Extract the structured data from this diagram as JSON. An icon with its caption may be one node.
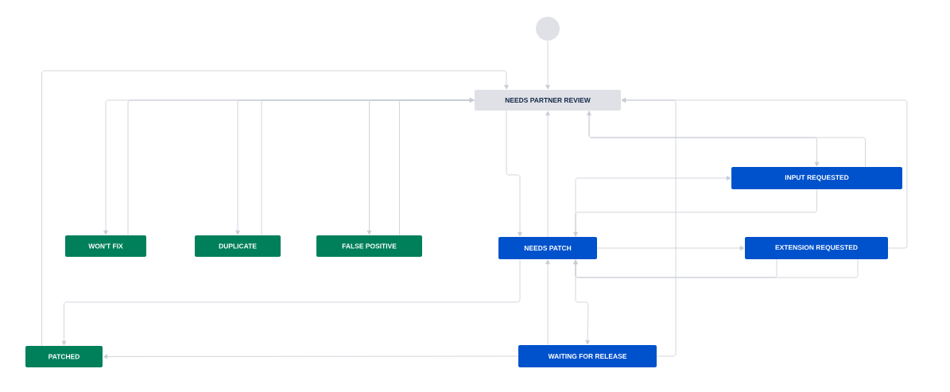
{
  "diagram": {
    "nodes": [
      {
        "text": [],
        "shape": "circle"
      },
      {
        "text": [
          "NEEDS PARTNER REVIEW"
        ]
      },
      {
        "text": [
          "WON'T FIX"
        ]
      },
      {
        "text": [
          "DUPLICATE"
        ]
      },
      {
        "text": [
          "FALSE POSITIVE"
        ]
      },
      {
        "text": [
          "NEEDS PATCH"
        ]
      },
      {
        "text": [
          "INPUT REQUESTED"
        ]
      },
      {
        "text": [
          "EXTENSION REQUESTED"
        ]
      },
      {
        "text": [
          "PATCHED"
        ]
      },
      {
        "text": [
          "WAITING FOR RELEASE"
        ]
      }
    ],
    "edges": [
      {
        "from": 0,
        "to": 1,
        "arrow": "to"
      },
      {
        "from": 1,
        "to": 2,
        "arrow": "to"
      },
      {
        "from": 2,
        "to": 1,
        "arrow": "to"
      },
      {
        "from": 1,
        "to": 3,
        "arrow": "to"
      },
      {
        "from": 3,
        "to": 1,
        "arrow": "to"
      },
      {
        "from": 1,
        "to": 4,
        "arrow": "to"
      },
      {
        "from": 4,
        "to": 1,
        "arrow": "to"
      },
      {
        "from": 8,
        "to": 1,
        "arrow": "to"
      },
      {
        "from": 1,
        "to": 5,
        "arrow": "to"
      },
      {
        "from": 5,
        "to": 1,
        "arrow": "to"
      },
      {
        "from": 1,
        "to": 6,
        "arrow": "to"
      },
      {
        "from": 6,
        "to": 1,
        "arrow": "to"
      },
      {
        "from": 5,
        "to": 6,
        "arrow": "to"
      },
      {
        "from": 6,
        "to": 5,
        "arrow": "to"
      },
      {
        "from": 5,
        "to": 7,
        "arrow": "to"
      },
      {
        "from": 7,
        "to": 5,
        "arrow": "to"
      },
      {
        "from": 7,
        "to": 5,
        "arrow": "to"
      },
      {
        "from": 7,
        "to": 1,
        "arrow": "to"
      },
      {
        "from": 9,
        "to": 1,
        "arrow": "to"
      },
      {
        "from": 5,
        "to": 8,
        "arrow": "to"
      },
      {
        "from": 9,
        "to": 8,
        "arrow": "to"
      },
      {
        "from": 9,
        "to": 5,
        "arrow": "to"
      },
      {
        "from": 5,
        "to": 9,
        "arrow": "to"
      }
    ]
  }
}
